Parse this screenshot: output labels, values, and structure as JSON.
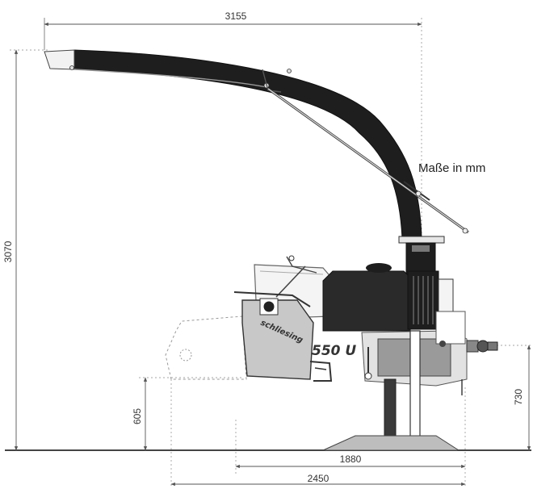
{
  "diagram": {
    "units_note": "Maße in mm",
    "brand": "schliesing",
    "model": "550 U",
    "dimensions": {
      "total_width": "3155",
      "total_height": "3070",
      "feed_height": "605",
      "outlet_height": "730",
      "wheelbase": "1880",
      "overall_length": "2450"
    },
    "colors": {
      "chute": "#1e1e1e",
      "hopper": "#c8c8c8",
      "body_dark": "#2a2a2a",
      "base": "#bdbdbd",
      "dimension_line": "#555555"
    }
  }
}
